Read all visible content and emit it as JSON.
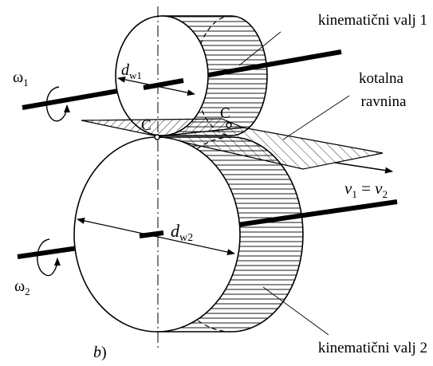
{
  "labels": {
    "cylinder_1": "kinematični valj 1",
    "cylinder_2": "kinematični valj 2",
    "rolling_plane_line1": "kotalna",
    "rolling_plane_line2": "ravnina",
    "omega_1_symbol": "ω",
    "omega_1_sub": "1",
    "omega_2_symbol": "ω",
    "omega_2_sub": "2",
    "d_w1_symbol": "d",
    "d_w1_sub": "w1",
    "d_w2_symbol": "d",
    "d_w2_sub": "w2",
    "point_c_front": "C",
    "point_c_back": "C",
    "v_relation": "v",
    "v_relation_sub1": "1",
    "v_relation_eq": " = ",
    "v_relation_v2": "v",
    "v_relation_sub2": "2",
    "figure_letter": "b",
    "figure_paren": ")"
  },
  "colors": {
    "ink": "#000000",
    "paper": "#ffffff"
  }
}
